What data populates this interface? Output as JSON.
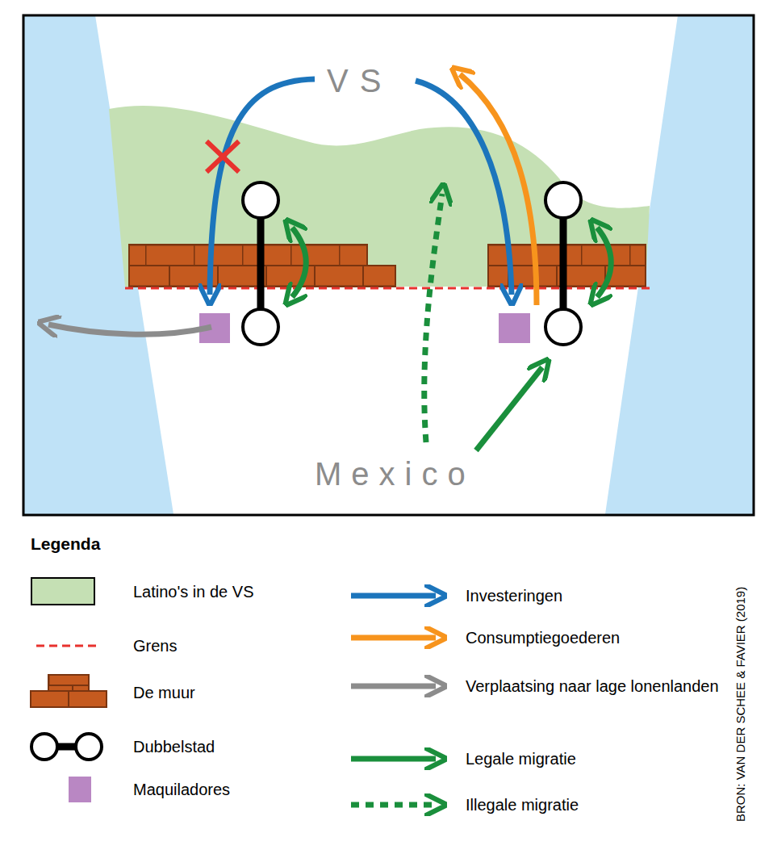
{
  "diagram": {
    "labels": [
      "VS",
      "Mexico",
      "Legenda",
      "BRON: VAN DER SCHEE & FAVIER (2019)"
    ],
    "legend": [
      {
        "text": "Latino's in de VS",
        "color": "#c5e0b4"
      },
      {
        "text": "Grens"
      },
      {
        "text": "De muur"
      },
      {
        "text": "Dubbelstad"
      },
      {
        "text": "Maquiladores",
        "color": "#b987c3"
      },
      {
        "text": "Investeringen"
      },
      {
        "text": "Consumptiegoederen"
      },
      {
        "text": "Verplaatsing naar lage lonenlanden"
      },
      {
        "text": "Legale migratie"
      },
      {
        "text": "Illegale migratie"
      }
    ]
  }
}
